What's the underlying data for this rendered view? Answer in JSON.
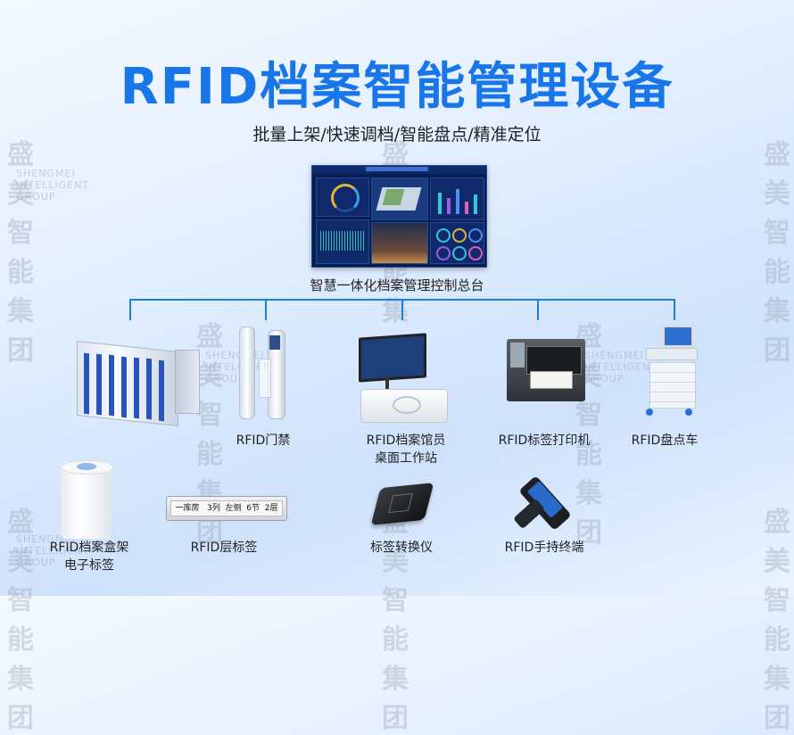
{
  "title": "RFID档案智能管理设备",
  "subtitle": "批量上架/快速调档/智能盘点/精准定位",
  "watermark": {
    "name": "盛美智能集团",
    "english": "SHENGMEI INTELLIGENT GROUP"
  },
  "hub": {
    "label": "智慧一体化档案管理控制总台"
  },
  "devices": [
    {
      "icon": "archive-shelf-icon",
      "label": ""
    },
    {
      "icon": "rfid-gate-icon",
      "label": "RFID门禁"
    },
    {
      "icon": "desktop-workstation-icon",
      "label_line1": "RFID档案馆员",
      "label_line2": "桌面工作站"
    },
    {
      "icon": "label-printer-icon",
      "label": "RFID标签打印机"
    },
    {
      "icon": "inventory-cart-icon",
      "label": "RFID盘点车"
    }
  ],
  "bottom_devices": [
    {
      "icon": "label-roll-icon",
      "label_line1": "RFID档案盒架",
      "label_line2": "电子标签"
    },
    {
      "icon": "layer-tag-icon",
      "label": "RFID层标签",
      "tag_text": "一库房   3列  左侧  6节  2层"
    },
    {
      "icon": "label-converter-icon",
      "label": "标签转换仪"
    },
    {
      "icon": "handheld-terminal-icon",
      "label": "RFID手持终端"
    }
  ],
  "colors": {
    "title": "#1976e8",
    "connector": "#1a7fd8"
  }
}
